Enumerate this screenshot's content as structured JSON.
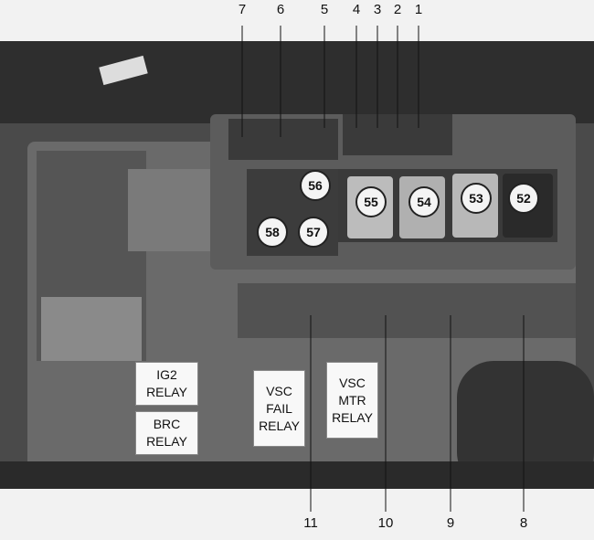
{
  "top_callouts": [
    "7",
    "6",
    "5",
    "4",
    "3",
    "2",
    "1"
  ],
  "bottom_callouts": [
    "11",
    "10",
    "9",
    "8"
  ],
  "relay_numbers": [
    "56",
    "58",
    "57",
    "55",
    "54",
    "53",
    "52"
  ],
  "relay_labels": {
    "ig2": [
      "IG2",
      "RELAY"
    ],
    "brc": [
      "BRC",
      "RELAY"
    ],
    "vsc_fail": [
      "VSC",
      "FAIL",
      "RELAY"
    ],
    "vsc_mtr": [
      "VSC",
      "MTR",
      "RELAY"
    ]
  }
}
